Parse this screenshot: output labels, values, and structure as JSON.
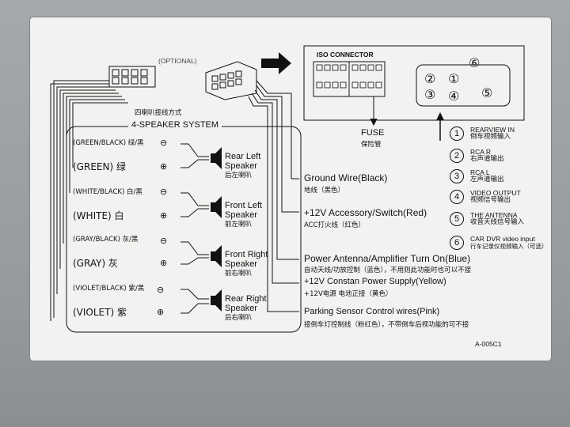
{
  "optional_label": "(OPTIONAL)",
  "iso_connector": "ISO CONNECTOR",
  "fuse": {
    "en": "FUSE",
    "cn": "保险管"
  },
  "speaker_system": {
    "cn": "四喇叭接线方式",
    "en": "4-SPEAKER SYSTEM"
  },
  "wire_colors": [
    {
      "label": "(GREEN/BLACK) 绿/黑",
      "sign": "⊖"
    },
    {
      "label": "(GREEN) 绿",
      "sign": "⊕"
    },
    {
      "label": "(WHITE/BLACK) 白/黑",
      "sign": "⊖"
    },
    {
      "label": "(WHITE) 白",
      "sign": "⊕"
    },
    {
      "label": "(GRAY/BLACK) 灰/黑",
      "sign": "⊖"
    },
    {
      "label": "(GRAY) 灰",
      "sign": "⊕"
    },
    {
      "label": "(VIOLET/BLACK) 紫/黑",
      "sign": "⊖"
    },
    {
      "label": "(VIOLET) 紫",
      "sign": "⊕"
    }
  ],
  "speakers": [
    {
      "en1": "Rear Left",
      "en2": "Speaker",
      "cn": "后左喇叭"
    },
    {
      "en1": "Front Left",
      "en2": "Speaker",
      "cn": "前左喇叭"
    },
    {
      "en1": "Front Right",
      "en2": "Speaker",
      "cn": "前右喇叭"
    },
    {
      "en1": "Rear Right",
      "en2": "Speaker",
      "cn": "后右喇叭"
    }
  ],
  "wires": [
    {
      "en": "Ground  Wire(Black)",
      "cn": "地线（黑色）"
    },
    {
      "en": "+12V Accessory/Switch(Red)",
      "cn": "ACC打火线（红色）"
    },
    {
      "en": "Power Antenna/Amplifier Turn On(Blue)",
      "cn": "自动天线/功放控制（蓝色），不用则此功能时也可以不接"
    },
    {
      "en": "+12V Constan Power Supply(Yellow)",
      "cn": "+12V电源  电池正接（黄色）"
    },
    {
      "en": "Parking Sensor Control wires(Pink)",
      "cn": "接倒车灯控制线（粉红色），不带倒车后视功能的可不接"
    }
  ],
  "rca_numbers": [
    "①",
    "②",
    "③",
    "④",
    "⑤",
    "⑥"
  ],
  "legend": [
    {
      "num": "1",
      "en": "REARVIEW IN",
      "cn": "倒车视频输入"
    },
    {
      "num": "2",
      "en": "RCA R",
      "cn": "右声道输出"
    },
    {
      "num": "3",
      "en": "RCA L",
      "cn": "左声道输出"
    },
    {
      "num": "4",
      "en": "VIDEO OUTPUT",
      "cn": "视频信号输出"
    },
    {
      "num": "5",
      "en": "THE ANTENNA",
      "cn": "收音天线信号输入"
    },
    {
      "num": "6",
      "en": "CAR DVR video input",
      "cn": "行车记录仪视频输入（可选）"
    }
  ],
  "model_code": "A-005C1"
}
